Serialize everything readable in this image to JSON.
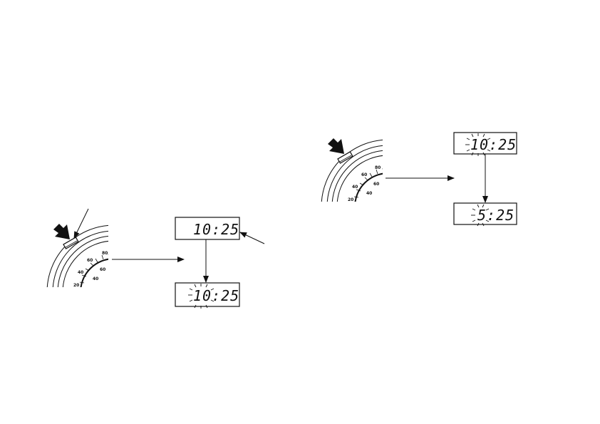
{
  "left_panel": {
    "display_top": {
      "time": "10:25",
      "blinking": false
    },
    "display_bottom": {
      "time": "10:25",
      "blinking": true
    },
    "dial_scale": [
      "60",
      "80",
      "40",
      "60",
      "40",
      "20"
    ]
  },
  "right_panel": {
    "display_top": {
      "time": "10:25",
      "blinking": true
    },
    "display_bottom": {
      "time": "5:25",
      "blinking": true
    },
    "dial_scale": [
      "60",
      "80",
      "40",
      "60",
      "40",
      "20"
    ]
  },
  "icons": [
    "press-arrow-icon",
    "blink-rays-icon",
    "arrow-right-icon",
    "arrow-down-icon"
  ]
}
